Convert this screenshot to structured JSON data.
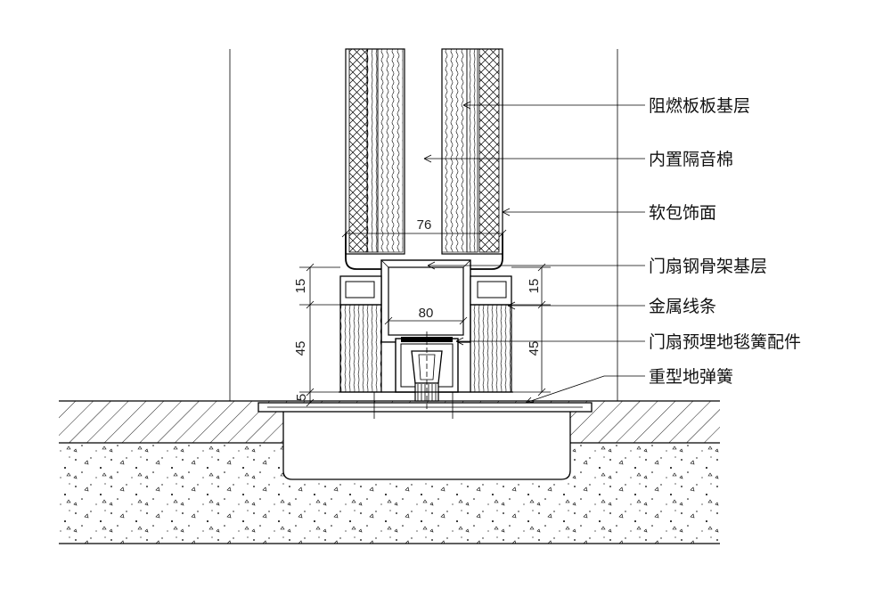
{
  "callouts": [
    "阻燃板板基层",
    "内置隔音棉",
    "软包饰面",
    "门扇钢骨架基层",
    "金属线条",
    "门扇预埋地毯簧配件",
    "重型地弹簧"
  ],
  "dimensions": {
    "width_76": "76",
    "width_80": "80",
    "left_15": "15",
    "left_45": "45",
    "left_5": "5",
    "right_15": "15",
    "right_45": "45"
  }
}
